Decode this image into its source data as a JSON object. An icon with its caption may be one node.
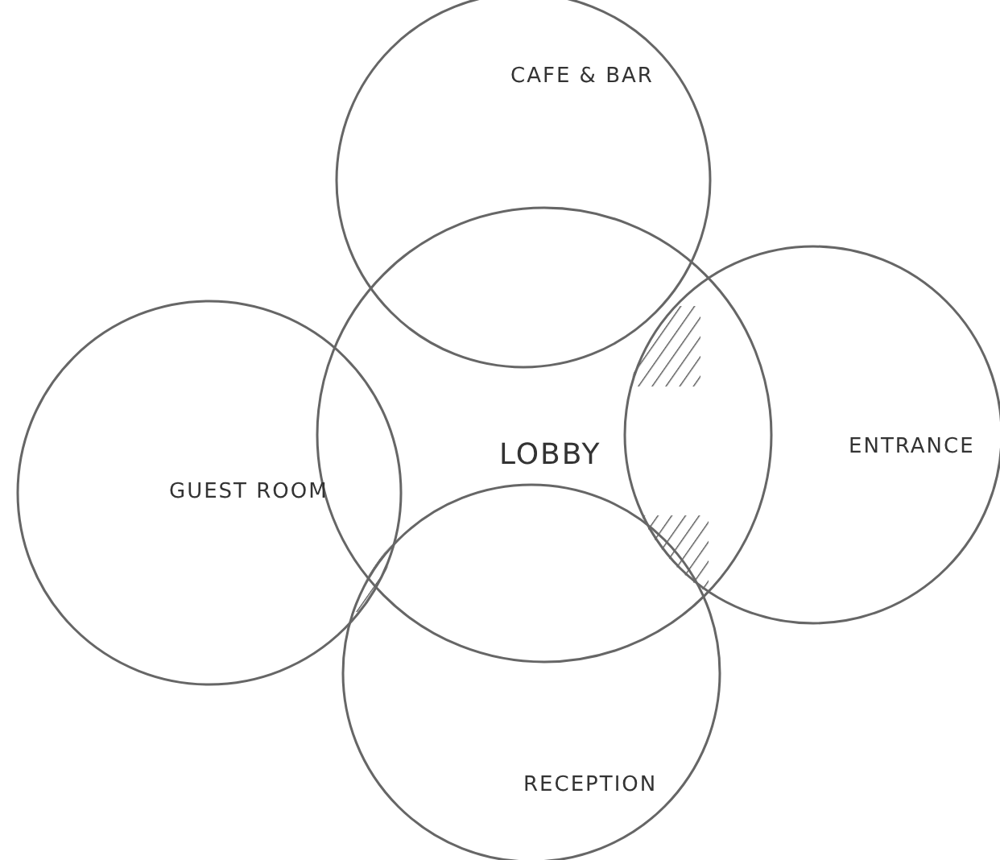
{
  "diagram": {
    "nodes": [
      {
        "text": [
          "CAFE & BAR"
        ]
      },
      {
        "text": [
          "LOBBY"
        ]
      },
      {
        "text": [
          "ENTRANCE"
        ]
      },
      {
        "text": [
          "GUEST ROOM"
        ]
      },
      {
        "text": [
          "RECEPTION"
        ]
      }
    ]
  }
}
